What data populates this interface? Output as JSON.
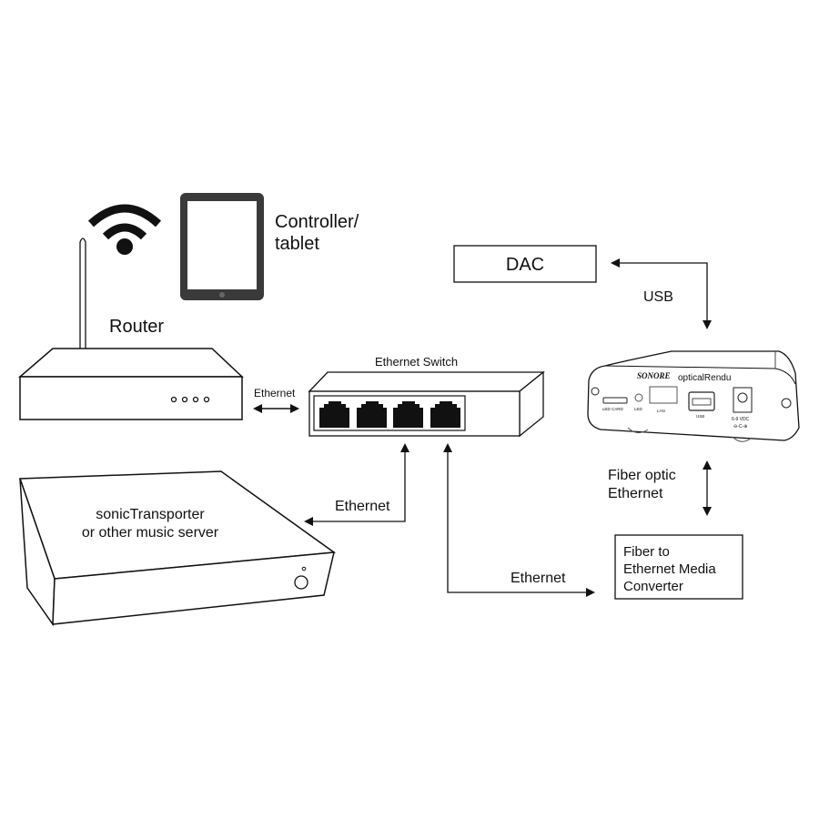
{
  "devices": {
    "router": {
      "label": "Router",
      "indicator_lights": 4
    },
    "tablet": {
      "label_line1": "Controller/",
      "label_line2": "tablet"
    },
    "wifi": {
      "icon": "wifi-icon"
    },
    "switch": {
      "label": "Ethernet Switch",
      "ports": 4
    },
    "server": {
      "label_line1": "sonicTransporter",
      "label_line2": "or other music server"
    },
    "dac": {
      "label": "DAC"
    },
    "optical_rendu": {
      "brand": "SONORE",
      "model": "opticalRendu",
      "port_labels": {
        "sd": "uSD CARD",
        "led": "LED",
        "lan": "LAN",
        "usb": "USB",
        "power": "6-9 VDC",
        "polarity": "⊖-C-⊕"
      }
    },
    "media_converter": {
      "label_line1": "Fiber to",
      "label_line2": "Ethernet Media",
      "label_line3": "Converter"
    }
  },
  "connections": {
    "router_switch": "Ethernet",
    "switch_server": "Ethernet",
    "switch_converter": "Ethernet",
    "dac_rendu": "USB",
    "rendu_converter_line1": "Fiber optic",
    "rendu_converter_line2": "Ethernet"
  }
}
